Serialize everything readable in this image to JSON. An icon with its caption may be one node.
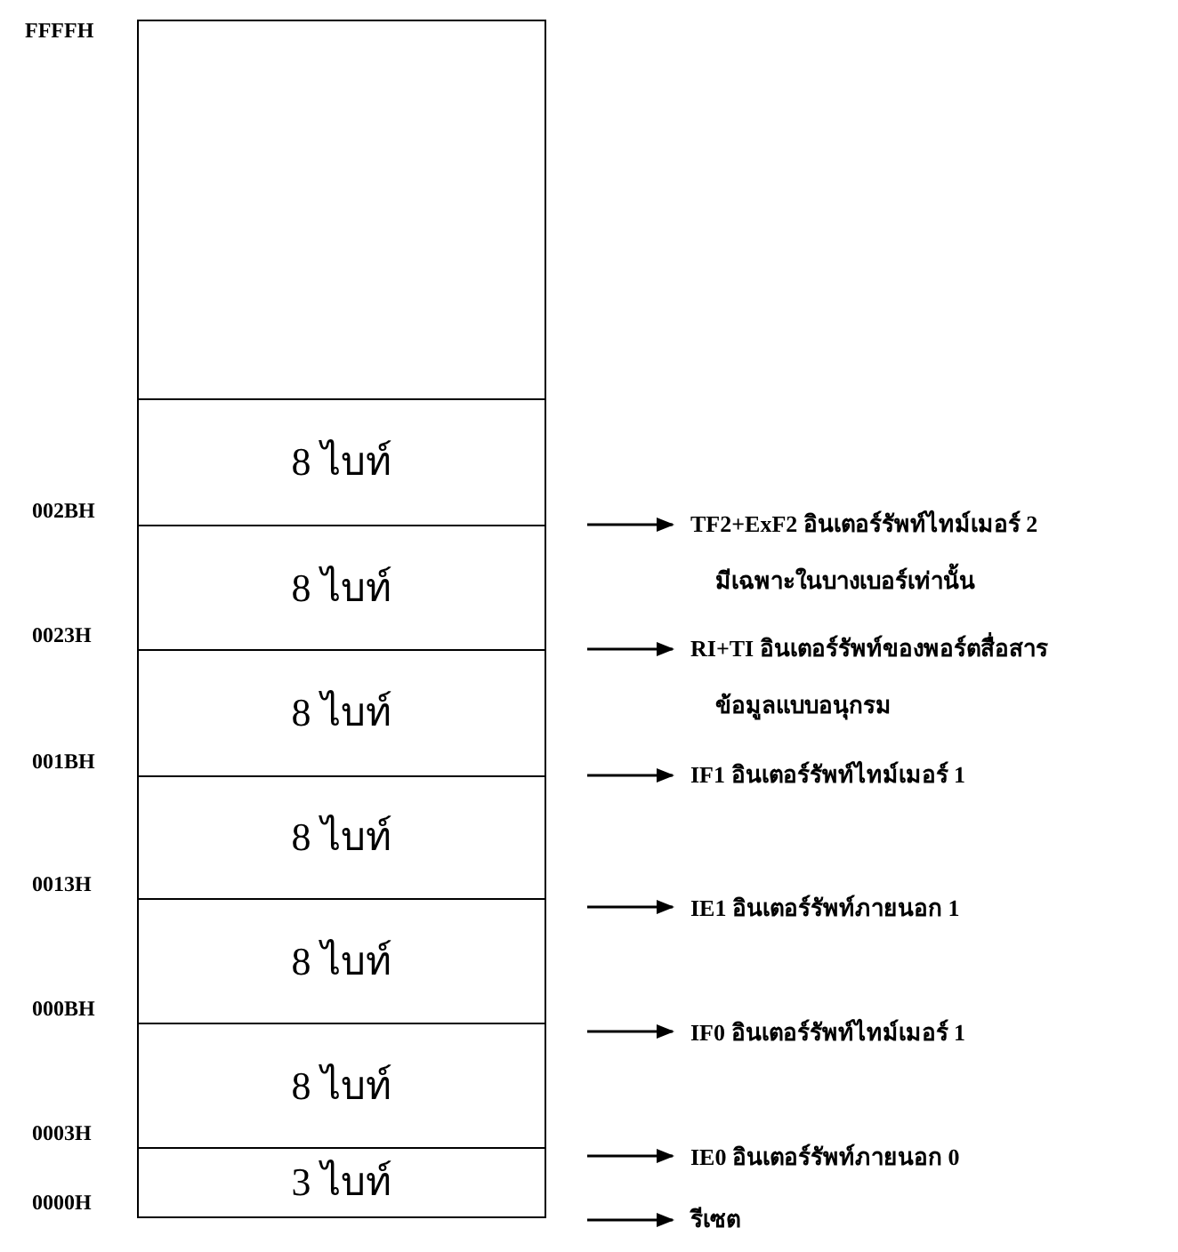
{
  "diagram": {
    "nodes": [
      {
        "text": [],
        "shape": "box"
      },
      {
        "text": [
          "8 ไบท์"
        ]
      },
      {
        "text": [
          "8 ไบท์"
        ]
      },
      {
        "text": [
          "8 ไบท์"
        ]
      },
      {
        "text": [
          "8 ไบท์"
        ]
      },
      {
        "text": [
          "8 ไบท์"
        ]
      },
      {
        "text": [
          "8 ไบท์"
        ]
      },
      {
        "text": [
          "3 ไบท์"
        ]
      },
      {
        "text": [
          "TF2+ExF2 อินเตอร์รัพท์ไทม์เมอร์ 2",
          "มีเฉพาะในบางเบอร์เท่านั้น"
        ]
      },
      {
        "text": [
          "RI+TI อินเตอร์รัพท์ของพอร์ตสื่อสาร",
          "ข้อมูลแบบอนุกรม"
        ]
      },
      {
        "text": [
          "IF1 อินเตอร์รัพท์ไทม์เมอร์ 1"
        ]
      },
      {
        "text": [
          "IE1 อินเตอร์รัพท์ภายนอก 1"
        ]
      },
      {
        "text": [
          "IF0 อินเตอร์รัพท์ไทม์เมอร์ 1"
        ]
      },
      {
        "text": [
          "IE0 อินเตอร์รัพท์ภายนอก 0"
        ]
      },
      {
        "text": [
          "รีเซต"
        ]
      }
    ],
    "edges": [
      {
        "from": null,
        "to": 8,
        "arrow": "to"
      },
      {
        "from": null,
        "to": 9,
        "arrow": "to"
      },
      {
        "from": null,
        "to": 10,
        "arrow": "to"
      },
      {
        "from": null,
        "to": 11,
        "arrow": "to"
      },
      {
        "from": null,
        "to": 12,
        "arrow": "to"
      },
      {
        "from": null,
        "to": 13,
        "arrow": "to"
      },
      {
        "from": null,
        "to": 14,
        "arrow": "to"
      }
    ],
    "labels": [
      "FFFFH",
      "002BH",
      "0023H",
      "001BH",
      "0013H",
      "000BH",
      "0003H",
      "0000H"
    ]
  }
}
